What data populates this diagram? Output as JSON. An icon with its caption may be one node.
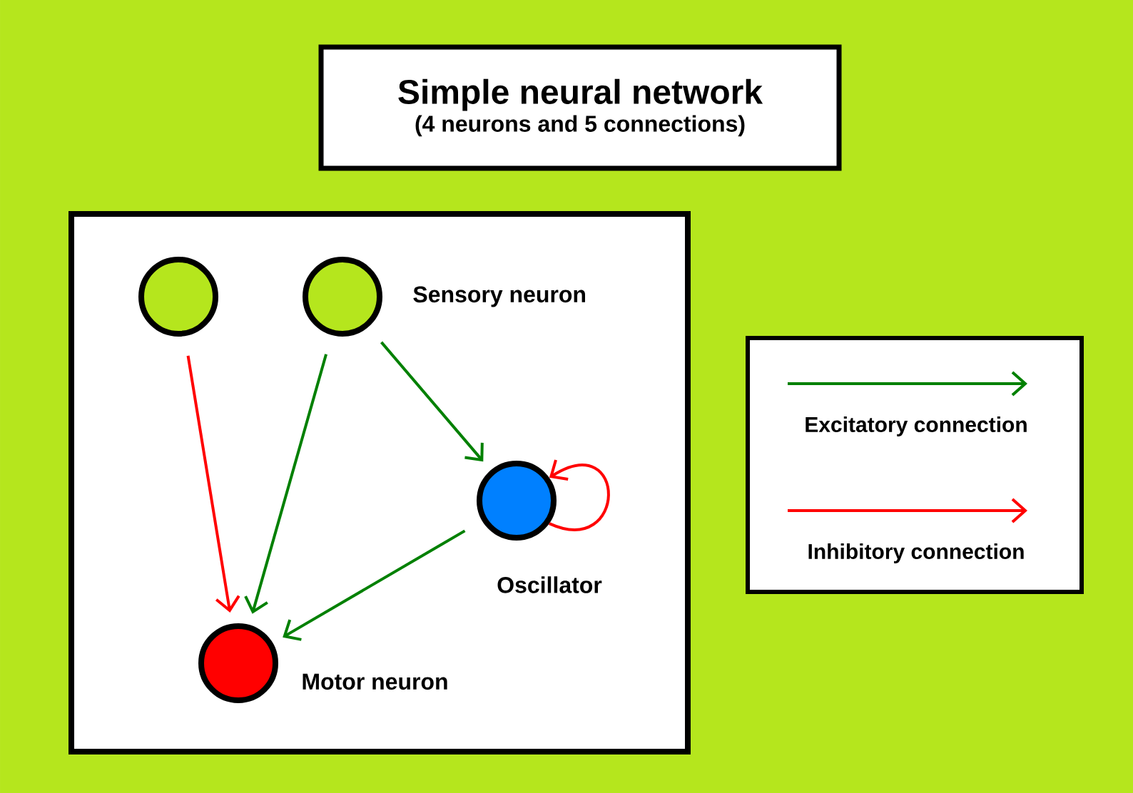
{
  "diagram": {
    "nodes": [
      {
        "text": [
          "Simple neural network",
          "(4 neurons and 5 connections)"
        ]
      },
      {
        "text": [],
        "shape": "box"
      },
      {
        "text": [],
        "shape": "circle",
        "in": 1
      },
      {
        "text": [],
        "shape": "circle",
        "in": 1,
        "beside": [
          "Sensory neuron"
        ]
      },
      {
        "text": [],
        "shape": "circle",
        "in": 1,
        "beside": [
          "Oscillator"
        ]
      },
      {
        "text": [],
        "shape": "circle",
        "in": 1,
        "beside": [
          "Motor neuron"
        ]
      }
    ],
    "edges": [
      {
        "from": 2,
        "to": 5,
        "arrow": "to",
        "color": "#ff0000"
      },
      {
        "from": 3,
        "to": 5,
        "arrow": "to"
      },
      {
        "from": 3,
        "to": 4,
        "arrow": "to"
      },
      {
        "from": 4,
        "to": 5,
        "arrow": "to"
      },
      {
        "from": 4,
        "to": 4,
        "arrow": "to",
        "color": "#ff0000"
      }
    ],
    "legend": [
      {
        "text": "Excitatory connection"
      },
      {
        "text": "Inhibitory connection"
      }
    ]
  }
}
